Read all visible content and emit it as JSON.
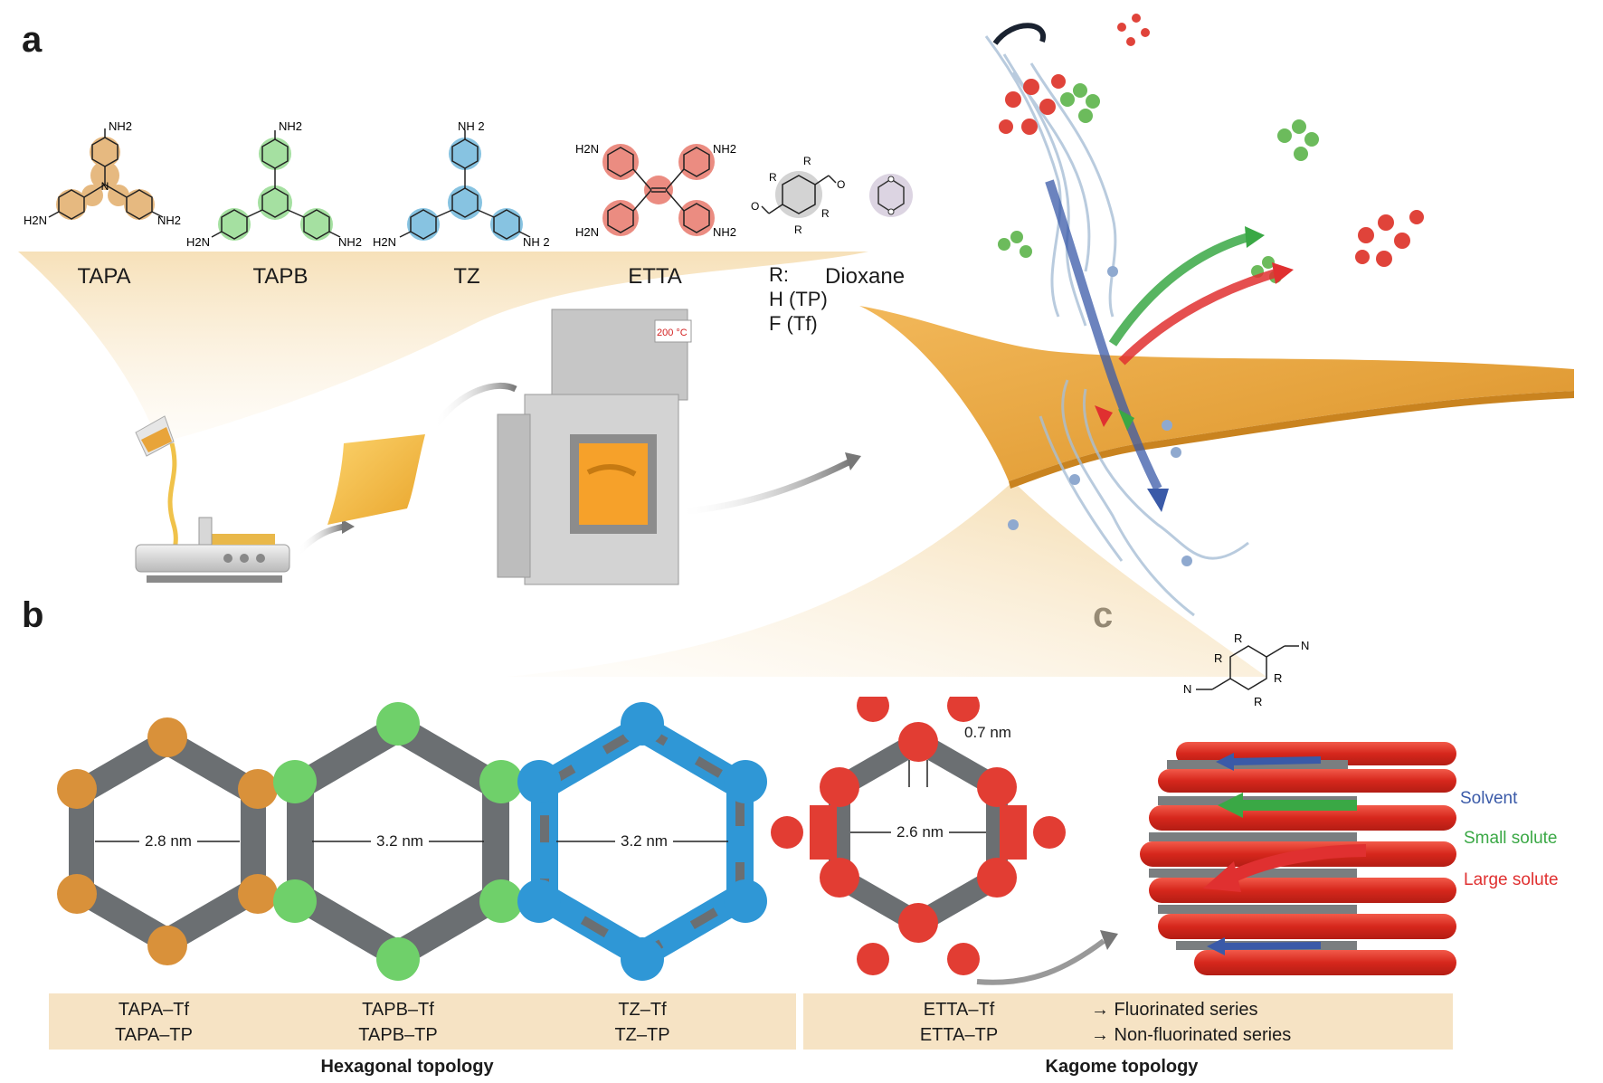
{
  "panels": {
    "a": "a",
    "b": "b",
    "c": "c"
  },
  "monomers": {
    "tapa": {
      "name": "TAPA",
      "group_top": "NH2",
      "group_left": "H2N",
      "group_right": "NH2",
      "center": "N"
    },
    "tapb": {
      "name": "TAPB",
      "group_top": "NH2",
      "group_left": "H2N",
      "group_right": "NH2"
    },
    "tz": {
      "name": "TZ",
      "group_top": "NH 2",
      "group_left": "H2N",
      "group_right": "NH 2"
    },
    "etta": {
      "name": "ETTA",
      "group_tl": "H2N",
      "group_tr": "NH2",
      "group_bl": "H2N",
      "group_br": "NH2"
    },
    "aldehyde": {
      "r_label": "R:",
      "r_h": "H (TP)",
      "r_f": "F (Tf)",
      "r": "R",
      "o": "O"
    },
    "dioxane": {
      "name": "Dioxane"
    }
  },
  "oven": {
    "temperature": "200 °C"
  },
  "pores": [
    {
      "value": "2.8 nm"
    },
    {
      "value": "3.2 nm"
    },
    {
      "value": "3.2 nm"
    },
    {
      "value": "2.6 nm"
    }
  ],
  "pore_wall": "0.7 nm",
  "series": [
    {
      "tf": "TAPA–Tf",
      "tp": "TAPA–TP"
    },
    {
      "tf": "TAPB–Tf",
      "tp": "TAPB–TP"
    },
    {
      "tf": "TZ–Tf",
      "tp": "TZ–TP"
    },
    {
      "tf": "ETTA–Tf",
      "tp": "ETTA–TP"
    }
  ],
  "series_legend": {
    "fluorinated": "→ Fluorinated series",
    "non_fluorinated": "→ Non-fluorinated series"
  },
  "topologies": {
    "hexagonal": "Hexagonal topology",
    "kagome": "Kagome topology"
  },
  "transport": {
    "solvent": "Solvent",
    "small": "Small solute",
    "large": "Large solute",
    "linker_r": "R",
    "linker_n": "N"
  },
  "colors": {
    "tapa": "#d9913a",
    "tapb": "#6fd06a",
    "tz": "#2f97d6",
    "etta": "#e23d33",
    "framework": "#6b6f72",
    "membrane": "#e8a640",
    "band": "#f6e3c4",
    "solvent": "#3a5aa8",
    "small": "#3aa845",
    "large": "#e03030"
  }
}
